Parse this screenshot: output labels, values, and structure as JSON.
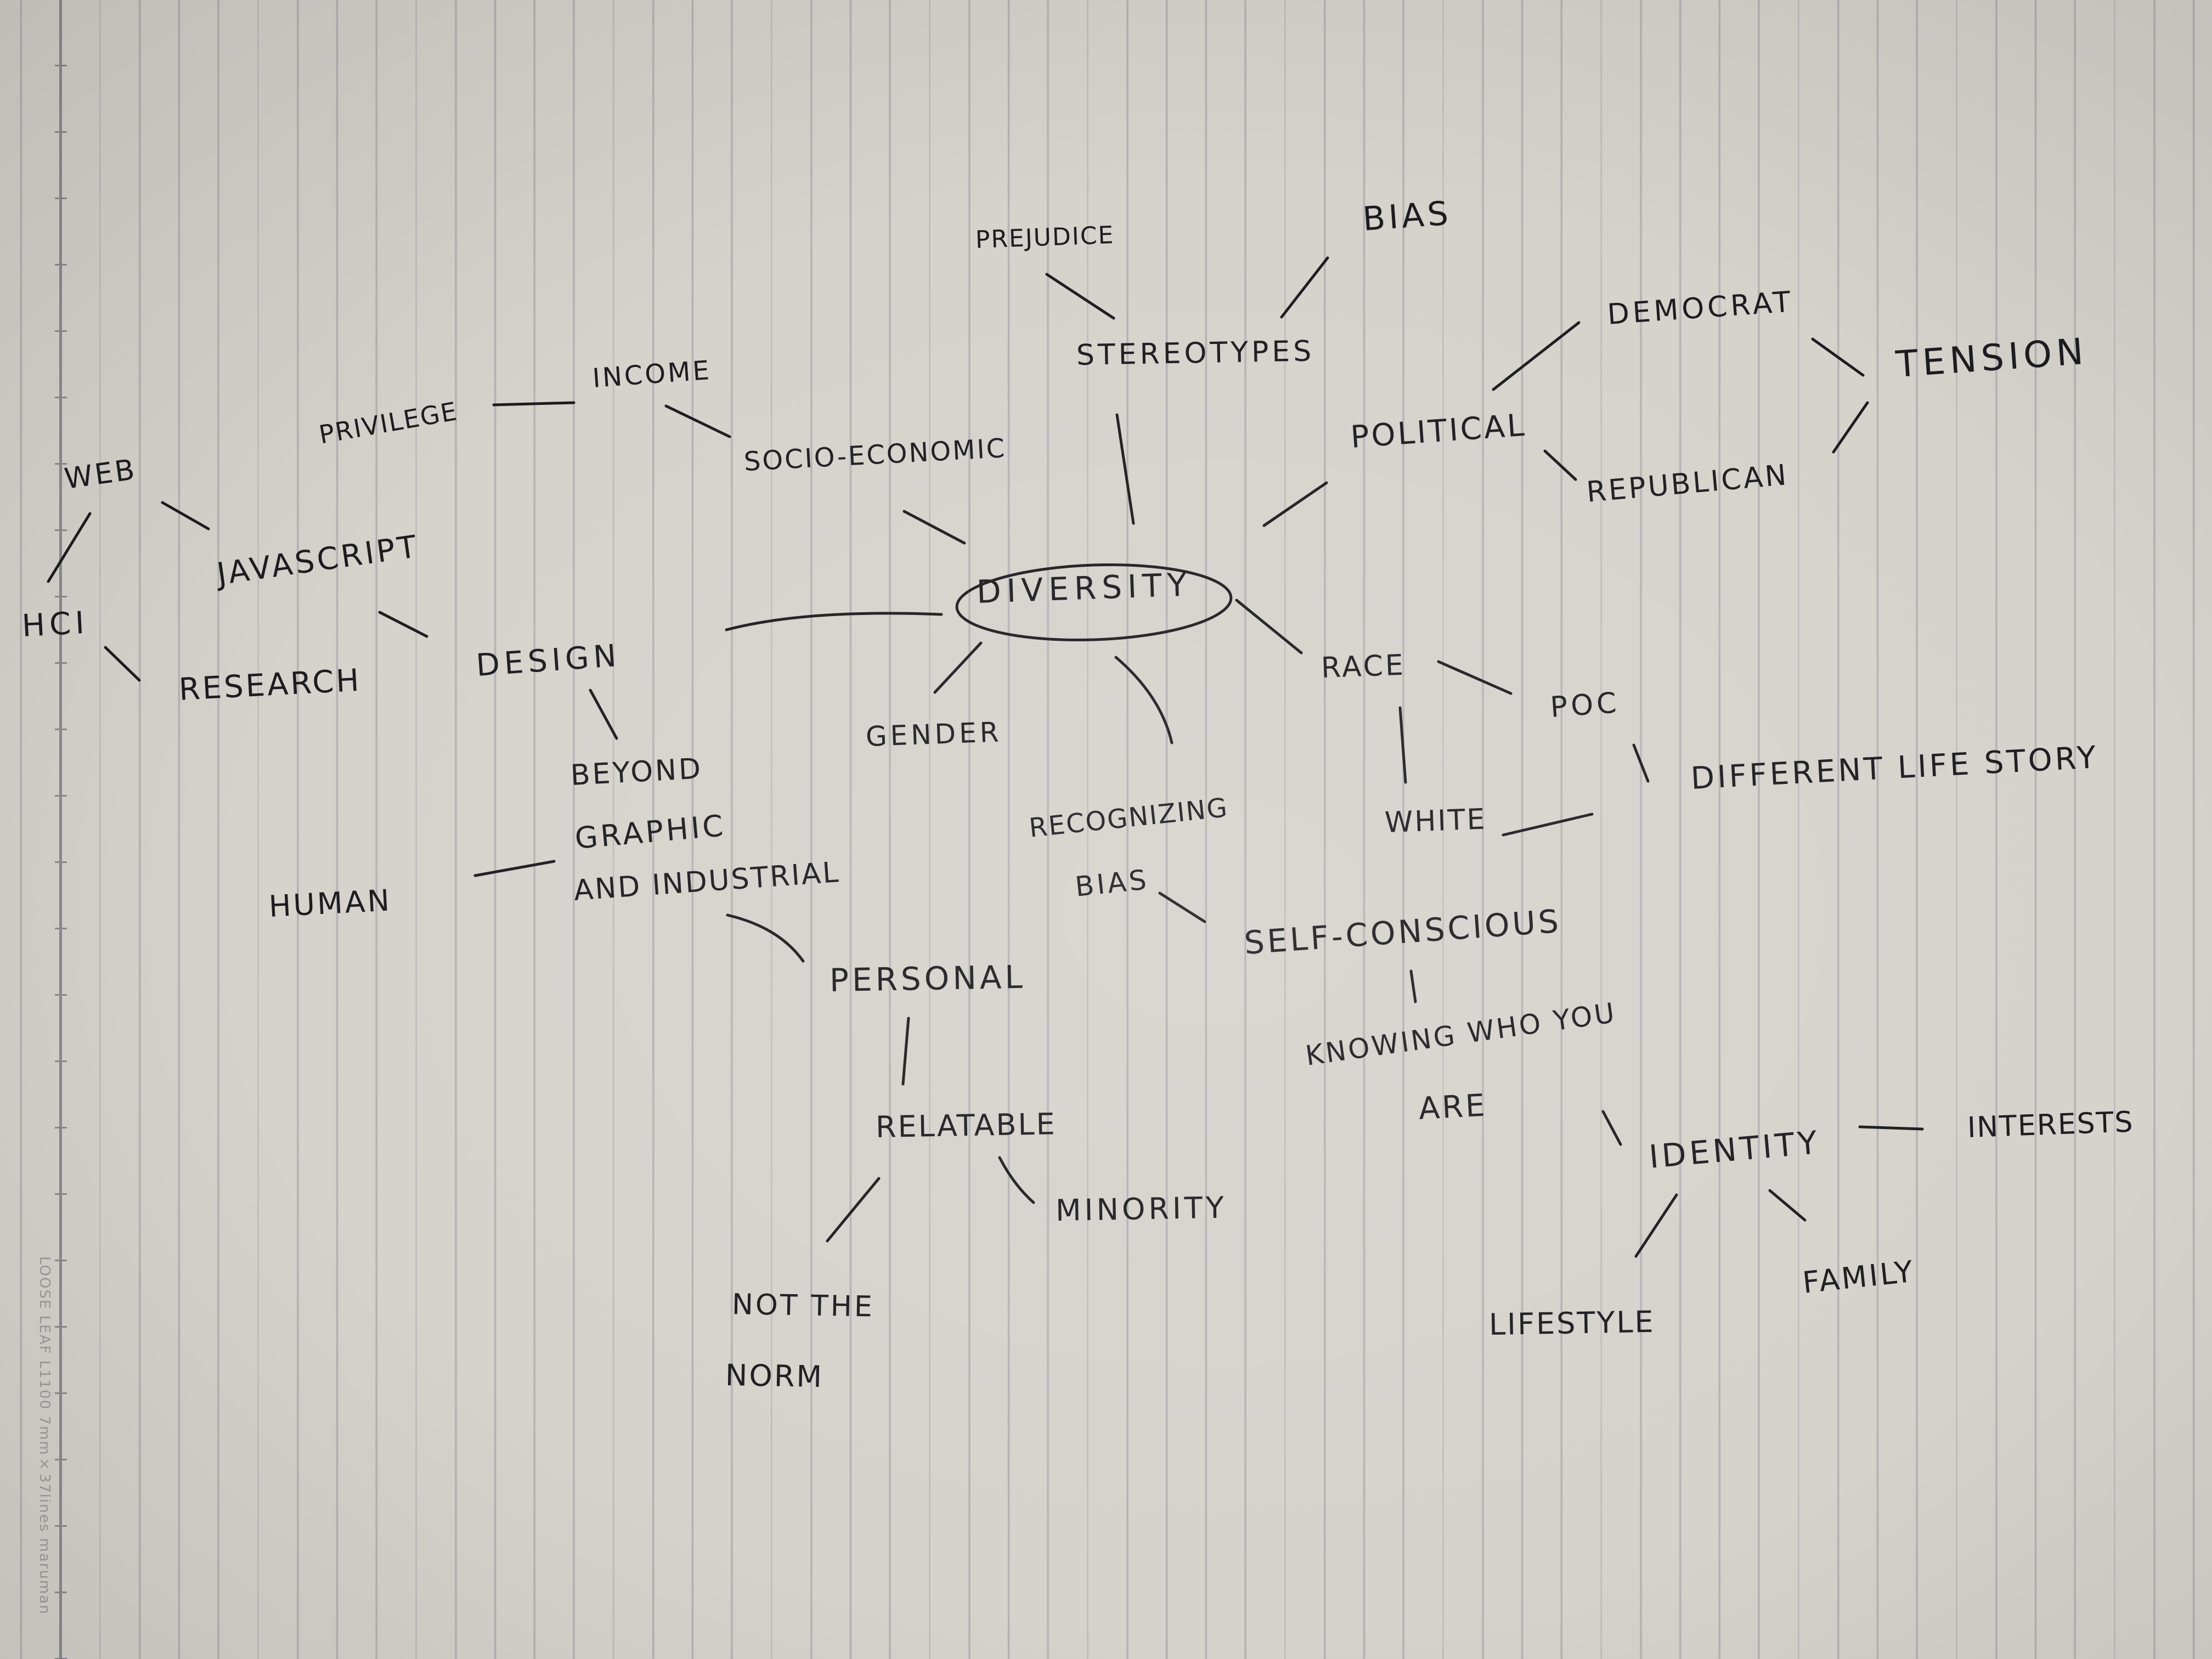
{
  "paper": {
    "edge_print": "LOOSE LEAF L1100 7mm×37lines maruman"
  },
  "center": {
    "label": "DIVERSITY"
  },
  "nodes": {
    "prejudice": "PREJUDICE",
    "bias_top": "BIAS",
    "stereotypes": "STEREOTYPES",
    "democrat": "DEMOCRAT",
    "tension": "TENSION",
    "political": "POLITICAL",
    "republican": "REPUBLICAN",
    "privilege": "PRIVILEGE",
    "income": "INCOME",
    "socio_economic": "SOCIO-ECONOMIC",
    "web": "WEB",
    "hci": "HCI",
    "javascript": "JAVASCRIPT",
    "research": "RESEARCH",
    "design": "DESIGN",
    "race": "RACE",
    "poc": "POC",
    "different_life_story": "DIFFERENT LIFE STORY",
    "gender": "GENDER",
    "beyond": "BEYOND",
    "graphic": "GRAPHIC",
    "and_industrial": "AND INDUSTRIAL",
    "human": "HUMAN",
    "recognizing": "RECOGNIZING",
    "bias_mid": "BIAS",
    "white": "WHITE",
    "self_conscious": "SELF-CONSCIOUS",
    "personal": "PERSONAL",
    "knowing_who_you": "KNOWING WHO YOU",
    "are": "ARE",
    "relatable": "RELATABLE",
    "identity": "IDENTITY",
    "interests": "INTERESTS",
    "minority": "MINORITY",
    "not_the": "NOT THE",
    "norm": "NORM",
    "lifestyle": "LIFESTYLE",
    "family": "FAMILY"
  }
}
